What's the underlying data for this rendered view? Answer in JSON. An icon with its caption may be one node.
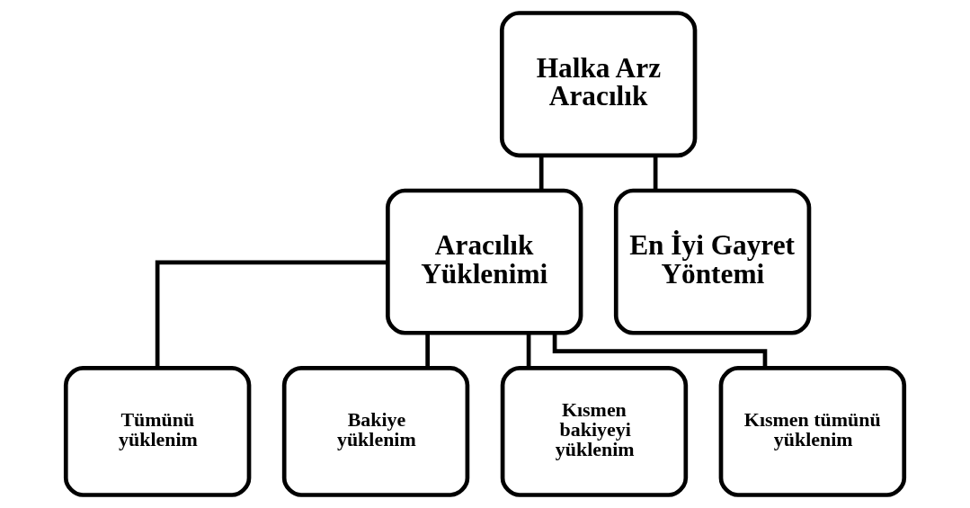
{
  "diagram": {
    "nodes": [
      {
        "text": [
          "Halka Arz Aracılık"
        ]
      },
      {
        "text": [
          "Aracılık Yüklenimi"
        ]
      },
      {
        "text": [
          "En İyi Gayret Yöntemi"
        ]
      },
      {
        "text": [
          "Tümünü yüklenim"
        ]
      },
      {
        "text": [
          "Bakiye yüklenim"
        ]
      },
      {
        "text": [
          "Kısmen bakiyeyi yüklenim"
        ]
      },
      {
        "text": [
          "Kısmen tümünü yüklenim"
        ]
      }
    ],
    "edges": [
      {
        "from": 0,
        "to": 1,
        "arrow": "none"
      },
      {
        "from": 0,
        "to": 2,
        "arrow": "none"
      },
      {
        "from": 1,
        "to": 3,
        "arrow": "none"
      },
      {
        "from": 1,
        "to": 4,
        "arrow": "none"
      },
      {
        "from": 1,
        "to": 5,
        "arrow": "none"
      },
      {
        "from": 1,
        "to": 6,
        "arrow": "none"
      }
    ]
  }
}
